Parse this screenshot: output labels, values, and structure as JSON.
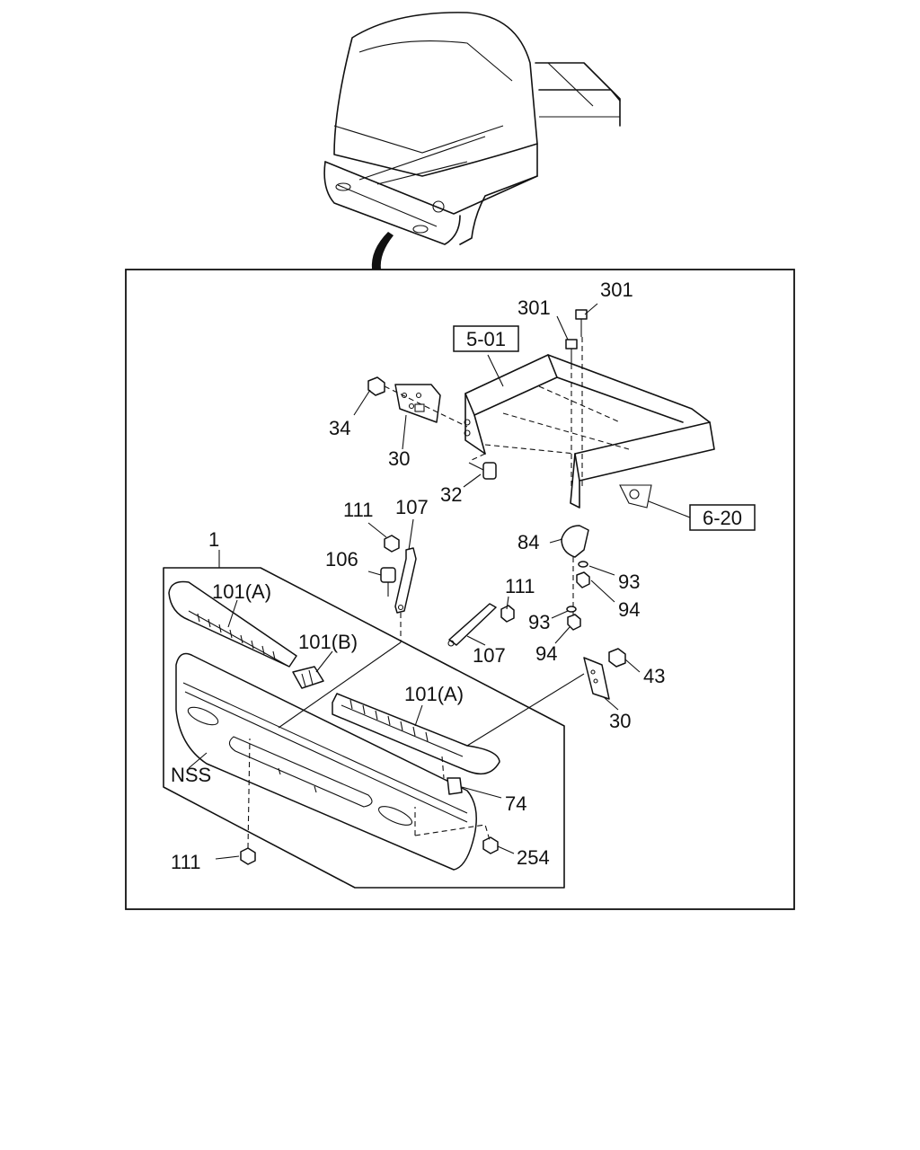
{
  "diagram": {
    "labels": {
      "ref_5_01": "5-01",
      "ref_6_20": "6-20",
      "p301a": "301",
      "p301b": "301",
      "p34": "34",
      "p30a": "30",
      "p32": "32",
      "p111a": "111",
      "p107a": "107",
      "p106": "106",
      "p1": "1",
      "p101a1": "101(A)",
      "p101b": "101(B)",
      "p111b": "111",
      "p107b": "107",
      "p84": "84",
      "p93a": "93",
      "p94a": "94",
      "p93b": "93",
      "p94b": "94",
      "p43": "43",
      "p30b": "30",
      "p101a2": "101(A)",
      "nss": "NSS",
      "p74": "74",
      "p111c": "111",
      "p254": "254"
    }
  }
}
